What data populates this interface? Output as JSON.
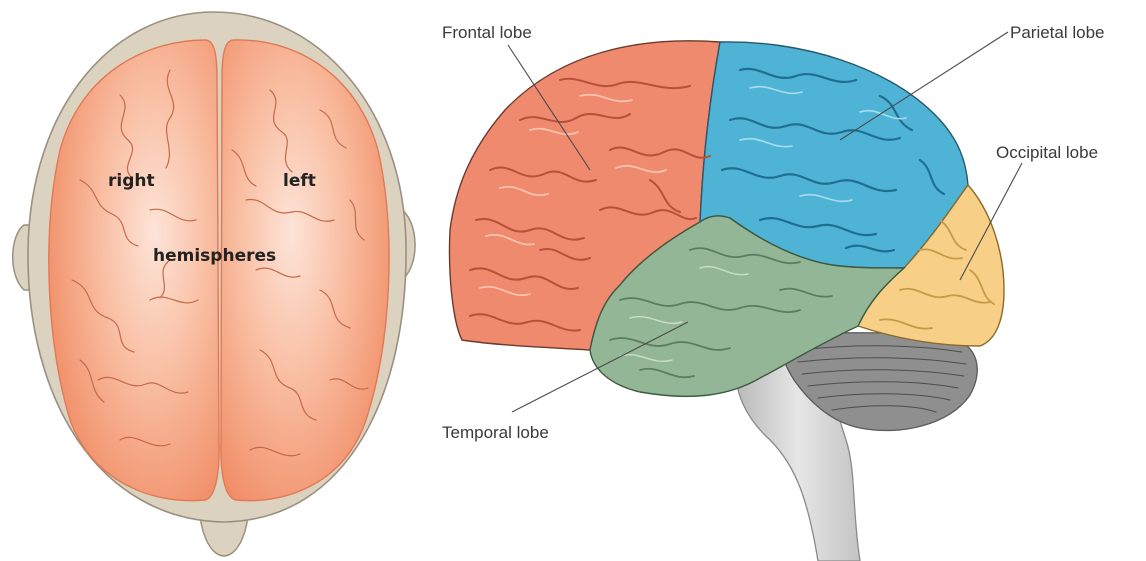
{
  "top_view": {
    "labels": {
      "right": "right",
      "left": "left",
      "hemispheres": "hemispheres"
    }
  },
  "side_view": {
    "labels": {
      "frontal": "Frontal lobe",
      "parietal": "Parietal lobe",
      "occipital": "Occipital lobe",
      "temporal": "Temporal lobe"
    }
  },
  "colors": {
    "skull": "#dcd2c0",
    "skull_outline": "#9b9080",
    "hemisphere": "#f4a07a",
    "hemisphere_highlight": "#fde0d2",
    "frontal": "#f08a6e",
    "parietal": "#4fb3d6",
    "occipital": "#f8cf86",
    "temporal": "#93b796",
    "cerebellum": "#8f8f8f",
    "brainstem": "#d6d6d6"
  }
}
